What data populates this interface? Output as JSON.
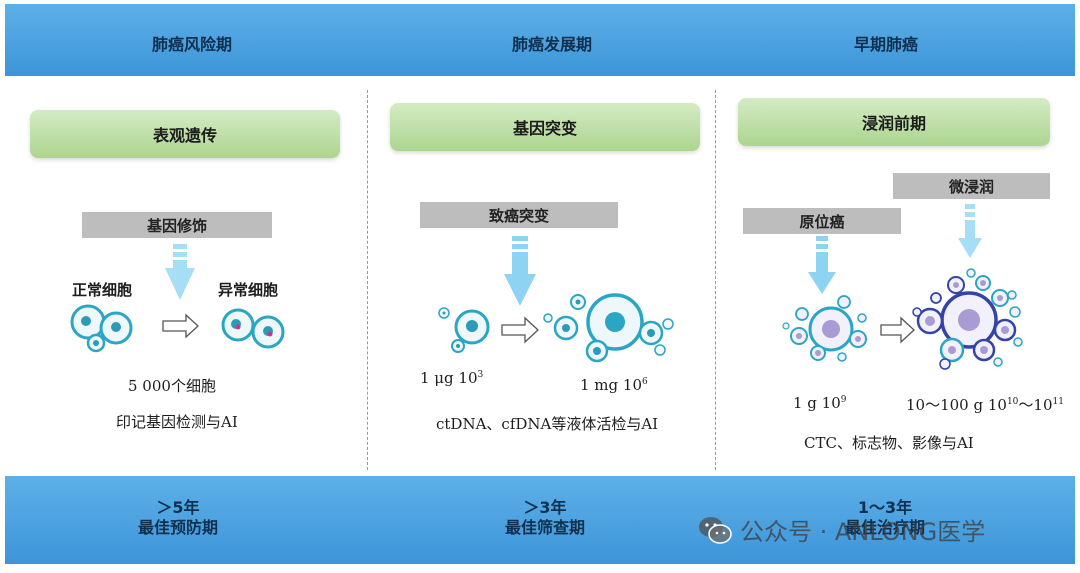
{
  "header": {
    "col1": "肺癌风险期",
    "col2": "肺癌发展期",
    "col3": "早期肺癌"
  },
  "col1": {
    "stage": "表观遗传",
    "event": "基因修饰",
    "left_label": "正常细胞",
    "right_label": "异常细胞",
    "count": "5 000个细胞",
    "method": "印记基因检测与AI"
  },
  "col2": {
    "stage": "基因突变",
    "event": "致癌突变",
    "size_left_base": "1 μg 10",
    "size_left_exp": "3",
    "size_right_base": "1 mg 10",
    "size_right_exp": "6",
    "method": "ctDNA、cfDNA等液体活检与AI"
  },
  "col3": {
    "stage": "浸润前期",
    "event_left": "原位癌",
    "event_right": "微浸润",
    "size_left_base": "1 g 10",
    "size_left_exp": "9",
    "size_right_base": "10～100 g 10",
    "size_right_exp1": "10",
    "size_right_mid": "～10",
    "size_right_exp2": "11",
    "method": "CTC、标志物、影像与AI"
  },
  "footer": {
    "col1_time": "＞5年",
    "col1_label": "最佳预防期",
    "col2_time": "＞3年",
    "col2_label": "最佳筛查期",
    "col3_time": "1～3年",
    "col3_label": "最佳治疗期"
  },
  "watermark": {
    "icon": "wechat-icon",
    "text": "公众号 · ANLONG医学"
  },
  "colors": {
    "band": "#4aa3e0",
    "stage_box": "#b9dba0",
    "grey_box": "#bdbdbd",
    "arrow": "#7ecbee",
    "cell_teal": "#2aa6c4",
    "cell_purple": "#9b8ac9",
    "cell_navy": "#3343a8"
  }
}
